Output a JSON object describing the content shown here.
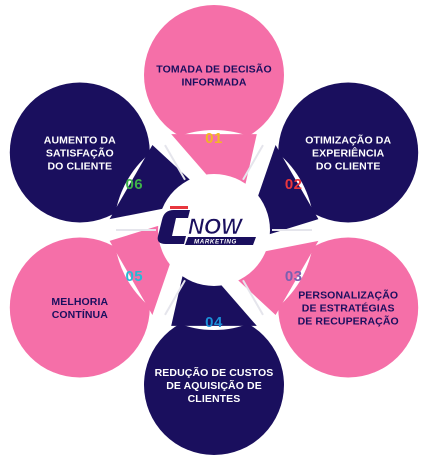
{
  "colors": {
    "navy": "#1a0f5e",
    "pink": "#f56fa8",
    "white": "#ffffff",
    "wedge_gray": "#e5e5ec"
  },
  "logo": {
    "main": "NOW",
    "sub": "MARKETING"
  },
  "steps": [
    {
      "number": "01",
      "number_color": "#f2b823",
      "fill": "pink",
      "lines": [
        "TOMADA DE DECISÃO",
        "INFORMADA"
      ],
      "text_color": "#1a0f5e"
    },
    {
      "number": "02",
      "number_color": "#e8363d",
      "fill": "navy",
      "lines": [
        "OTIMIZAÇÃO DA",
        "EXPERIÊNCIA",
        "DO CLIENTE"
      ],
      "text_color": "#ffffff"
    },
    {
      "number": "03",
      "number_color": "#7b5fb0",
      "fill": "pink",
      "lines": [
        "PERSONALIZAÇÃO",
        "DE ESTRATÉGIAS",
        "DE RECUPERAÇÃO"
      ],
      "text_color": "#1a0f5e"
    },
    {
      "number": "04",
      "number_color": "#1b8fd8",
      "fill": "navy",
      "lines": [
        "REDUÇÃO DE CUSTOS",
        "DE AQUISIÇÃO DE",
        "CLIENTES"
      ],
      "text_color": "#ffffff"
    },
    {
      "number": "05",
      "number_color": "#27b9d6",
      "fill": "pink",
      "lines": [
        "MELHORIA",
        "CONTÍNUA"
      ],
      "text_color": "#1a0f5e"
    },
    {
      "number": "06",
      "number_color": "#3fb34a",
      "fill": "navy",
      "lines": [
        "AUMENTO DA",
        "SATISFAÇÃO",
        "DO CLIENTE"
      ],
      "text_color": "#ffffff"
    }
  ]
}
